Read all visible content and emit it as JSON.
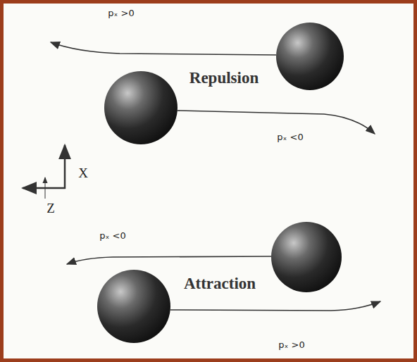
{
  "diagram": {
    "labels": [
      "pₓ >0",
      "Repulsion",
      "pₓ <0",
      "X",
      "Z",
      "pₓ <0",
      "Attraction",
      "pₓ >0"
    ]
  }
}
